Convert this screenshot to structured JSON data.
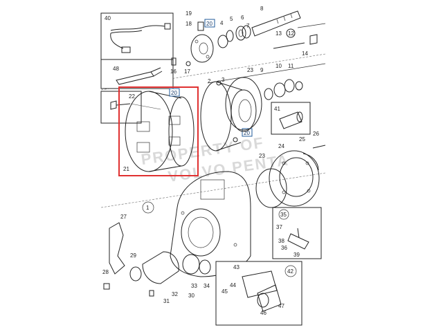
{
  "colors": {
    "highlight": "#e03030",
    "reference_box": "#1f5a9a",
    "line": "#222222",
    "watermark": "#d9d9d9"
  },
  "watermark": {
    "line1": "PROPERTY OF",
    "line2": "VOLVO PENTA"
  },
  "labels": {
    "n1": "1",
    "n2": "2",
    "n3": "3",
    "n4": "4",
    "n5": "5",
    "n6": "6",
    "n7": "7",
    "n8": "8",
    "n9": "9",
    "n10": "10",
    "n11": "11",
    "n12": "12",
    "n13": "13",
    "n14": "14",
    "n16": "16",
    "n17": "17",
    "n18": "18",
    "n19": "19",
    "n20a": "20",
    "n20b": "20",
    "n20c": "20",
    "n21": "21",
    "n22": "22",
    "n23a": "23",
    "n23b": "23",
    "n24": "24",
    "n25": "25",
    "n26": "26",
    "n27": "27",
    "n28": "28",
    "n29": "29",
    "n30": "30",
    "n31": "31",
    "n32": "32",
    "n33": "33",
    "n34": "34",
    "n35": "35",
    "n36": "36",
    "n37": "37",
    "n38": "38",
    "n39": "39",
    "n40": "40",
    "n41": "41",
    "n42": "42",
    "n43": "43",
    "n44": "44",
    "n45": "45",
    "n46": "46",
    "n47": "47",
    "n48": "48"
  }
}
